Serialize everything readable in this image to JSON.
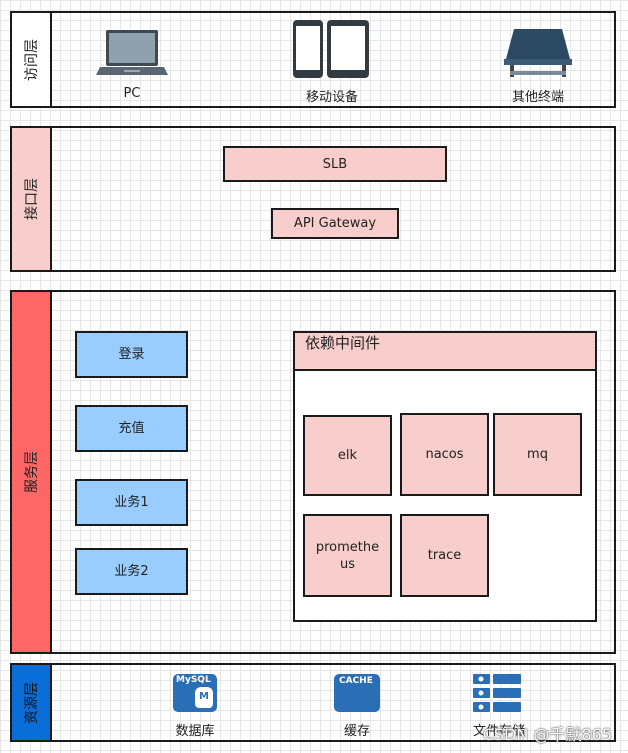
{
  "layers": {
    "access": {
      "title": "访问层",
      "devices": [
        {
          "label": "PC",
          "icon": "laptop-icon"
        },
        {
          "label": "移动设备",
          "icon": "mobile-devices-icon"
        },
        {
          "label": "其他终端",
          "icon": "terminal-icon"
        }
      ]
    },
    "interface": {
      "title": "接口层",
      "slb": "SLB",
      "gateway": "API Gateway"
    },
    "service": {
      "title": "服务层",
      "services": [
        "登录",
        "充值",
        "业务1",
        "业务2"
      ],
      "middleware": {
        "title": "依赖中间件",
        "items": [
          "elk",
          "nacos",
          "mq",
          "promethe us",
          "trace"
        ]
      }
    },
    "resource": {
      "title": "资源层",
      "items": [
        {
          "label": "数据库",
          "icon": "mysql-database-icon",
          "badge": "MySQL",
          "badge_sub": "M"
        },
        {
          "label": "缓存",
          "icon": "cache-icon",
          "badge": "CACHE"
        },
        {
          "label": "文件存储",
          "icon": "file-storage-icon"
        }
      ]
    }
  },
  "watermark": "CSDN @千默865",
  "colors": {
    "access_side": "#ffffff",
    "interface_side": "#f8cecc",
    "service_side": "#ff6666",
    "resource_side": "#0a6ed8",
    "pink_box": "#f8cecc",
    "blue_box": "#99ccff",
    "icon_blue": "#2a6fb5"
  }
}
